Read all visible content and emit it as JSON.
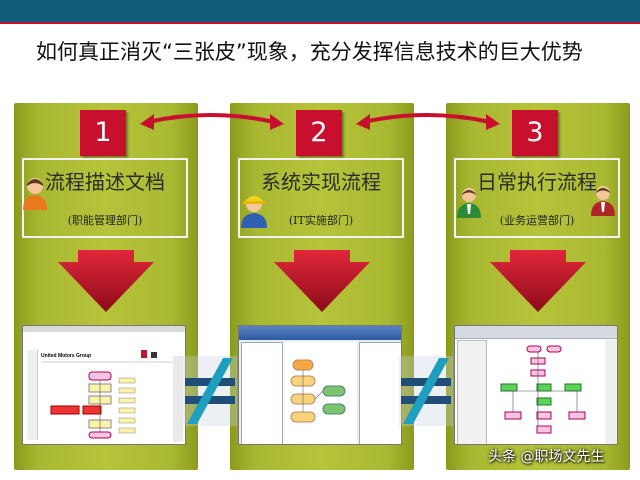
{
  "title": "如何真正消灭“三张皮”现象，充分发挥信息技术的巨大优势",
  "steps": [
    {
      "number": "1",
      "title": "流程描述文档",
      "subtitle": "(职能管理部门)"
    },
    {
      "number": "2",
      "title": "系统实现流程",
      "subtitle": "(IT实施部门)"
    },
    {
      "number": "3",
      "title": "日常执行流程",
      "subtitle": "(业务运营部门)"
    }
  ],
  "screenshot1": {
    "company": "United Motors Group"
  },
  "watermark": "头条 @职场文先生",
  "colors": {
    "accent_red": "#c8102e",
    "column_green": "#a9b832",
    "header_teal": "#0f5b78"
  }
}
